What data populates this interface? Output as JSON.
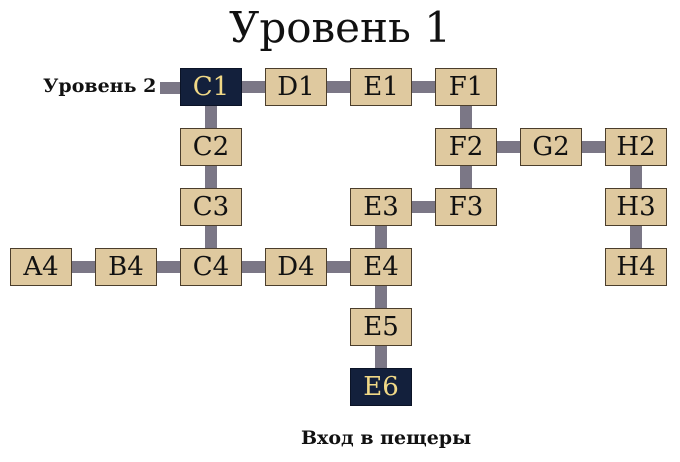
{
  "title": "Уровень 1",
  "labels": {
    "level2": "Уровень 2",
    "cave_entrance": "Вход в пещеры"
  },
  "colors": {
    "room_fill": "#dfc99f",
    "special_fill": "#13203c",
    "special_text": "#f0d886",
    "connector": "#7b7786"
  },
  "rooms": {
    "C1": "C1",
    "D1": "D1",
    "E1": "E1",
    "F1": "F1",
    "C2": "C2",
    "F2": "F2",
    "G2": "G2",
    "H2": "H2",
    "C3": "C3",
    "E3": "E3",
    "F3": "F3",
    "H3": "H3",
    "A4": "A4",
    "B4": "B4",
    "C4": "C4",
    "D4": "D4",
    "E4": "E4",
    "H4": "H4",
    "E5": "E5",
    "E6": "E6"
  },
  "special_rooms": [
    "C1",
    "E6"
  ],
  "connections": [
    [
      "C1",
      "D1"
    ],
    [
      "D1",
      "E1"
    ],
    [
      "E1",
      "F1"
    ],
    [
      "C1",
      "C2"
    ],
    [
      "C2",
      "C3"
    ],
    [
      "C3",
      "C4"
    ],
    [
      "A4",
      "B4"
    ],
    [
      "B4",
      "C4"
    ],
    [
      "C4",
      "D4"
    ],
    [
      "D4",
      "E4"
    ],
    [
      "E4",
      "E3"
    ],
    [
      "E3",
      "F3"
    ],
    [
      "F3",
      "F2"
    ],
    [
      "F2",
      "F1"
    ],
    [
      "F2",
      "G2"
    ],
    [
      "G2",
      "H2"
    ],
    [
      "H2",
      "H3"
    ],
    [
      "H3",
      "H4"
    ],
    [
      "E4",
      "E5"
    ],
    [
      "E5",
      "E6"
    ]
  ]
}
